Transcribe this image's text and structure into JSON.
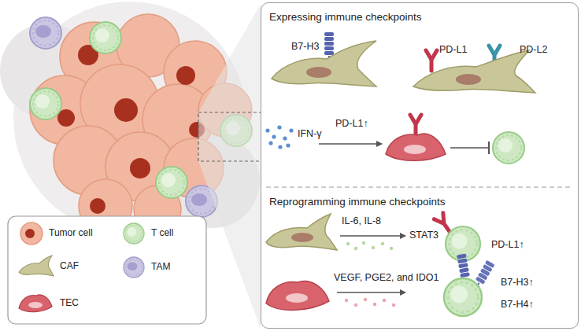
{
  "diagram": {
    "nodes": [
      {
        "text": [
          "Expressing immune checkpoints",
          "Reprogramming immune checkpoints"
        ]
      }
    ],
    "labels": [
      "B7-H3",
      "PD-L1",
      "PD-L2",
      "IFN-γ",
      "PD-L1↑",
      "IL-6, IL-8",
      "STAT3",
      "PD-L1↑",
      "VEGF, PGE2, and IDO1",
      "B7-H3↑",
      "B7-H4↑"
    ],
    "legend": [
      {
        "text": "Tumor cell"
      },
      {
        "text": "T cell"
      },
      {
        "text": "CAF"
      },
      {
        "text": "TAM"
      },
      {
        "text": "TEC"
      }
    ]
  }
}
